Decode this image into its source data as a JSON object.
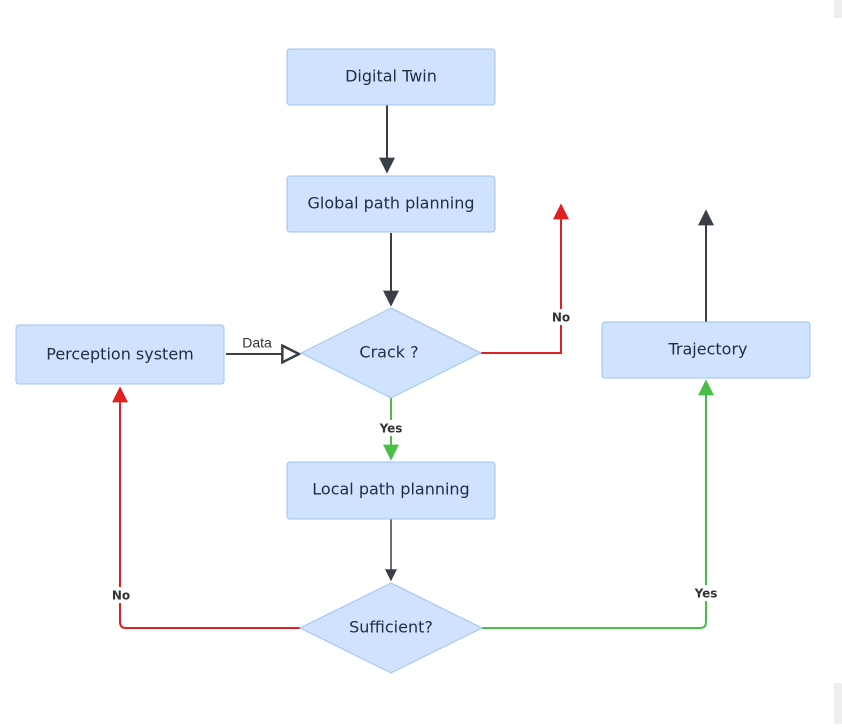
{
  "diagram": {
    "nodes": {
      "digital_twin": "Digital Twin",
      "global_path_planning": "Global path planning",
      "perception_system": "Perception system",
      "crack_decision": "Crack ?",
      "trajectory": "Trajectory",
      "local_path_planning": "Local path planning",
      "sufficient_decision": "Sufficient?"
    },
    "edge_labels": {
      "data": "Data",
      "crack_no": "No",
      "crack_yes": "Yes",
      "sufficient_no": "No",
      "sufficient_yes": "Yes"
    },
    "colors": {
      "node_fill": "#cfe2ff",
      "node_stroke": "#9fc3f2",
      "edge_default": "#3a3f47",
      "edge_no": "#e02020",
      "edge_yes": "#48c048"
    }
  }
}
